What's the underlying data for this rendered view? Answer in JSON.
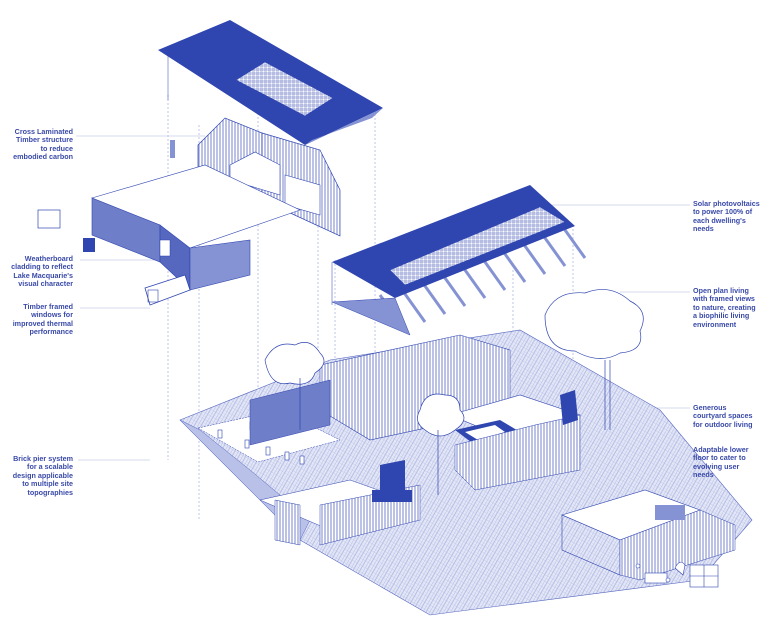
{
  "diagram": {
    "title": "Exploded isometric axonometric of dwelling",
    "colors": {
      "ink": "#2f45b0",
      "ink_light": "#8593d4",
      "hatch": "#b9c1e8",
      "leader": "#c9cde6",
      "text": "#3a4aa8",
      "background": "#ffffff"
    },
    "annotations_left": [
      {
        "id": "clt",
        "text": "Cross Laminated\nTimber structure\nto reduce\nembodied carbon"
      },
      {
        "id": "weatherboard",
        "text": "Weatherboard\ncladding to reflect\nLake Macquarie's\nvisual character"
      },
      {
        "id": "windows",
        "text": "Timber framed\nwindows for\nimproved thermal\nperformance"
      },
      {
        "id": "brick",
        "text": "Brick pier system\nfor a scalable\ndesign applicable\nto multiple site\ntopographies"
      }
    ],
    "annotations_right": [
      {
        "id": "solar",
        "text": "Solar photovoltaics\nto power 100% of\neach dwelling's\nneeds"
      },
      {
        "id": "openplan",
        "text": "Open plan living\nwith framed views\nto nature, creating\na biophilic living\nenvironment"
      },
      {
        "id": "courtyard",
        "text": "Generous\ncourtyard spaces\nfor outdoor living"
      },
      {
        "id": "lowerfloor",
        "text": "Adaptable lower\nfloor to cater to\nevolving user\nneeds"
      }
    ],
    "components": [
      "upper-roof-with-solar-panels",
      "clt-upper-structure",
      "weatherboard-cladding",
      "timber-window",
      "lower-roof-with-solar-panels-and-rafters",
      "ground-floor-with-courtyard",
      "brick-pier-foundation",
      "site-terrain",
      "trees",
      "adaptable-lower-floor-with-furniture"
    ]
  }
}
